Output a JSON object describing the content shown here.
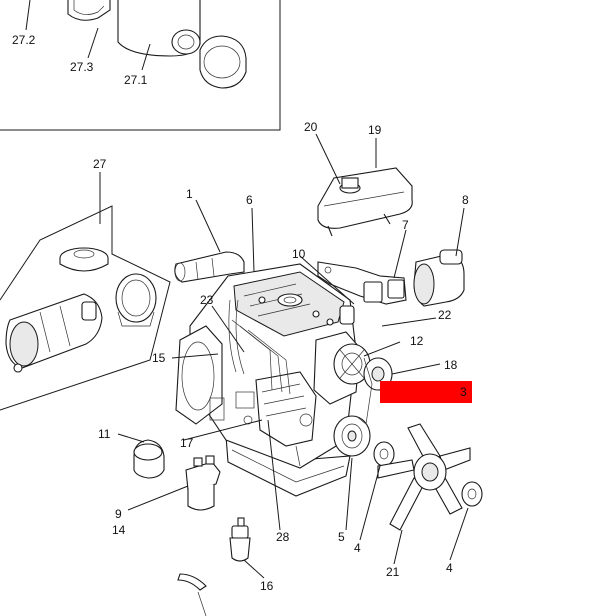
{
  "diagram": {
    "highlight_color": "#ff0000",
    "line_color": "#1a1a1a",
    "callouts": {
      "c27_2": "27.2",
      "c27_3": "27.3",
      "c27_1": "27.1",
      "c20": "20",
      "c19": "19",
      "c27": "27",
      "c1": "1",
      "c6": "6",
      "c8": "8",
      "c7": "7",
      "c10": "10",
      "c23": "23",
      "c22": "22",
      "c12": "12",
      "c15": "15",
      "c18": "18",
      "c3": "3",
      "c11": "11",
      "c17": "17",
      "c9": "9",
      "c14": "14",
      "c28": "28",
      "c5": "5",
      "c4a": "4",
      "c21": "21",
      "c4b": "4",
      "c16": "16"
    }
  }
}
